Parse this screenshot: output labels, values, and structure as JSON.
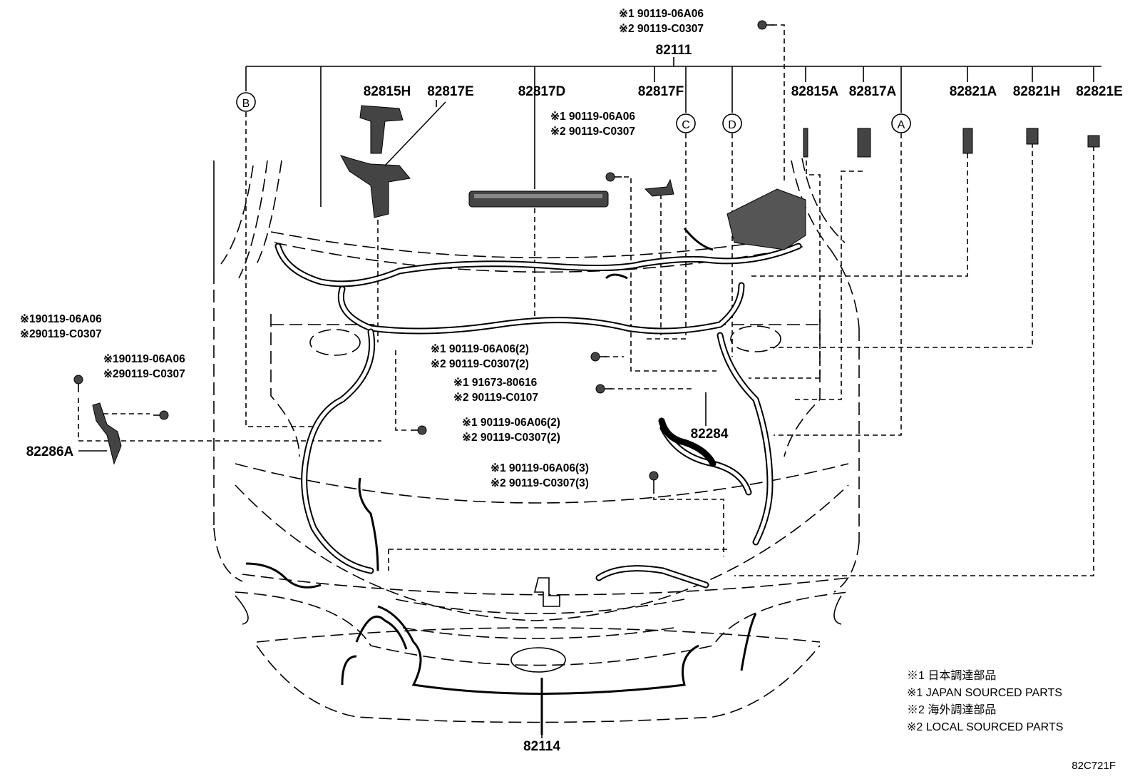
{
  "diagram": {
    "main_harness": "82111",
    "callouts": {
      "c_82815H": "82815H",
      "c_82817E": "82817E",
      "c_82817D": "82817D",
      "c_82817F": "82817F",
      "c_82815A": "82815A",
      "c_82817A": "82817A",
      "c_82821A": "82821A",
      "c_82821H": "82821H",
      "c_82821E": "82821E",
      "c_82284": "82284",
      "c_82286A": "82286A",
      "c_82114": "82114"
    },
    "circle_markers": {
      "a": "A",
      "b": "B",
      "c": "C",
      "d": "D"
    },
    "fasteners": {
      "top_1": "※1 90119-06A06",
      "top_2": "※2 90119-C0307",
      "mid_1": "※1 90119-06A06",
      "mid_2": "※2 90119-C0307",
      "left1_1": "※190119-06A06",
      "left1_2": "※290119-C0307",
      "left2_1": "※190119-06A06",
      "left2_2": "※290119-C0307",
      "c2_1": "※1 90119-06A06(2)",
      "c2_2": "※2 90119-C0307(2)",
      "c3_1": "※1 91673-80616",
      "c3_2": "※2 90119-C0107",
      "c4_1": "※1 90119-06A06(2)",
      "c4_2": "※2 90119-C0307(2)",
      "c5_1": "※1 90119-06A06(3)",
      "c5_2": "※2 90119-C0307(3)"
    },
    "legend": [
      "※1 日本調達部品",
      "※1 JAPAN SOURCED PARTS",
      "※2 海外調達部品",
      "※2 LOCAL SOURCED PARTS"
    ],
    "drawing_code": "82C721F"
  }
}
